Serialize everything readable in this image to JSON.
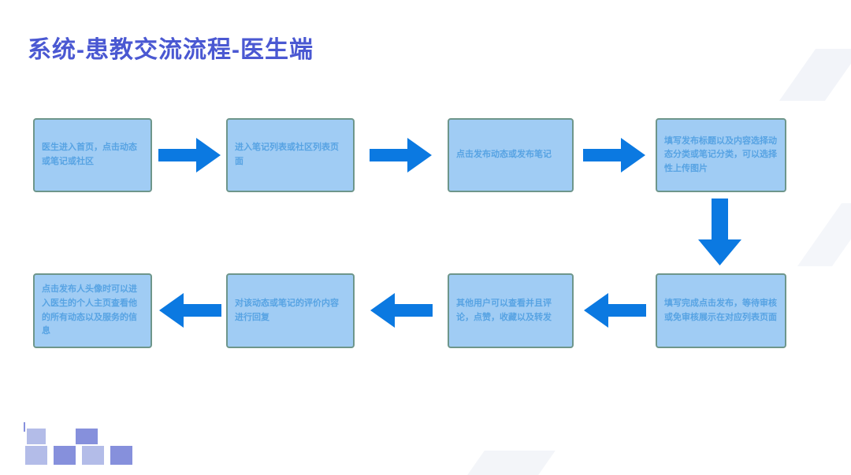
{
  "title": "系统-患教交流流程-医生端",
  "steps": [
    {
      "id": 1,
      "text": "医生进入首页，点击动态或笔记或社区"
    },
    {
      "id": 2,
      "text": "进入笔记列表或社区列表页面"
    },
    {
      "id": 3,
      "text": "点击发布动态或发布笔记"
    },
    {
      "id": 4,
      "text": "填写发布标题以及内容选择动态分类或笔记分类，可以选择性上传图片"
    },
    {
      "id": 5,
      "text": "填写完成点击发布，等待审核或免审核展示在对应列表页面"
    },
    {
      "id": 6,
      "text": "其他用户可以查看并且评论，点赞，收藏以及转发"
    },
    {
      "id": 7,
      "text": "对该动态或笔记的评价内容进行回复"
    },
    {
      "id": 8,
      "text": "点击发布人头像时可以进入医生的个人主页查看他的所有动态以及服务的信息"
    }
  ],
  "connections": [
    {
      "from": 1,
      "to": 2,
      "icon": "arrow-right-icon"
    },
    {
      "from": 2,
      "to": 3,
      "icon": "arrow-right-icon"
    },
    {
      "from": 3,
      "to": 4,
      "icon": "arrow-right-icon"
    },
    {
      "from": 4,
      "to": 5,
      "icon": "arrow-down-icon"
    },
    {
      "from": 5,
      "to": 6,
      "icon": "arrow-left-icon"
    },
    {
      "from": 6,
      "to": 7,
      "icon": "arrow-left-icon"
    },
    {
      "from": 7,
      "to": 8,
      "icon": "arrow-left-icon"
    }
  ],
  "colors": {
    "title_color": "#4a58d2",
    "box_fill": "#a0ccf4",
    "box_border": "#6e968b",
    "box_text": "#57a3e3",
    "arrow_color": "#0b79e1",
    "deco_light": "#b3bce8",
    "deco_dark": "#8690dc"
  }
}
